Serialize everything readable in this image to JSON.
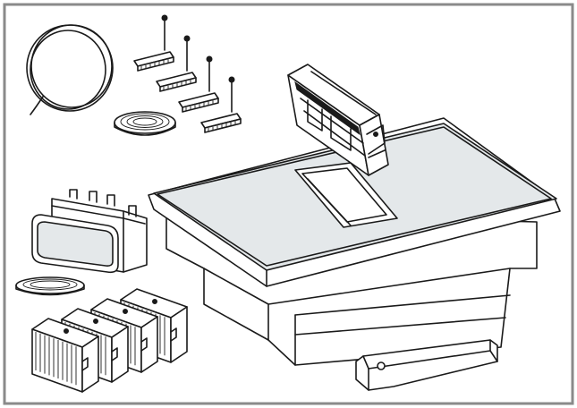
{
  "figure": {
    "kind": "parts-overview-line-drawing",
    "frame_color": "#8a8a8a",
    "line_color": "#1a1a1a",
    "glass_color": "#e4e8ea",
    "background": "#ffffff"
  },
  "components": [
    {
      "id": "cable-coil",
      "icon": "coiled-cable"
    },
    {
      "id": "mounting-brackets",
      "icon": "bracket-with-screw",
      "count": 4
    },
    {
      "id": "sealing-tape-roll-top",
      "icon": "tape-roll"
    },
    {
      "id": "extraction-motor-unit",
      "icon": "fan-module"
    },
    {
      "id": "induction-hob-with-downdraft",
      "icon": "hob"
    },
    {
      "id": "duct-adapter",
      "icon": "rectangular-duct-connector"
    },
    {
      "id": "sealing-tape-roll-left",
      "icon": "tape-roll"
    },
    {
      "id": "filter-cartridges",
      "icon": "odour-filter",
      "count": 4
    },
    {
      "id": "grease-tray",
      "icon": "drip-tray"
    }
  ]
}
